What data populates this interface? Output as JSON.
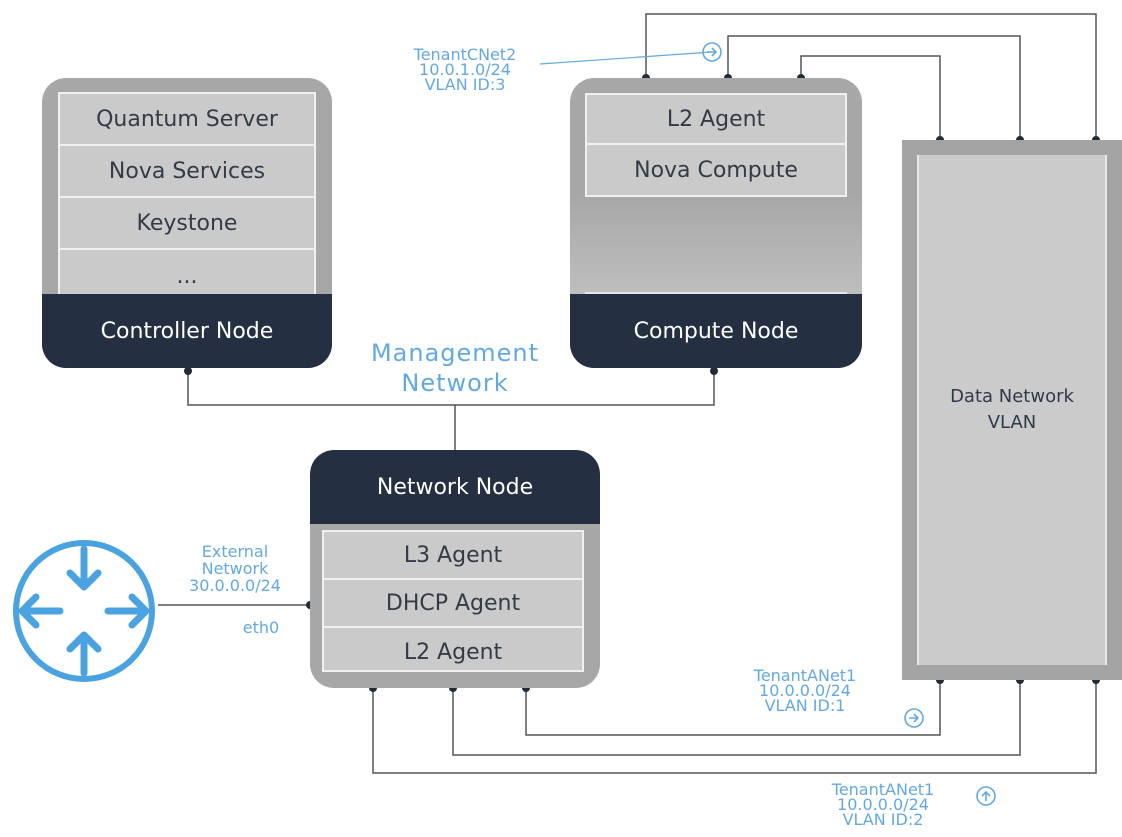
{
  "controller_node": {
    "title": "Controller Node",
    "services": [
      "Quantum Server",
      "Nova Services",
      "Keystone",
      "..."
    ]
  },
  "compute_node": {
    "title": "Compute Node",
    "services": [
      "L2 Agent",
      "Nova Compute"
    ]
  },
  "network_node": {
    "title": "Network Node",
    "services": [
      "L3 Agent",
      "DHCP Agent",
      "L2 Agent"
    ]
  },
  "data_network": {
    "line1": "Data Network",
    "line2": "VLAN"
  },
  "management_network": {
    "line1": "Management",
    "line2": "Network"
  },
  "external_network": {
    "line1": "External",
    "line2": "Network",
    "line3": "30.0.0.0/24",
    "interface": "eth0"
  },
  "tenant_c_net2": {
    "name": "TenantCNet2",
    "cidr": "10.0.1.0/24",
    "vlan": "VLAN ID:3"
  },
  "tenant_a_net1_a": {
    "name": "TenantANet1",
    "cidr": "10.0.0.0/24",
    "vlan": "VLAN ID:1"
  },
  "tenant_a_net1_b": {
    "name": "TenantANet1",
    "cidr": "10.0.0.0/24",
    "vlan": "VLAN ID:2"
  },
  "colors": {
    "node_frame": "#a7a7a8",
    "service_row": "#cacaca",
    "node_header": "#243042",
    "label_blue": "#63a9e0",
    "wire": "#555555",
    "router_blue": "#4aa3e0"
  },
  "icons": {
    "router": "router-icon",
    "tenant_marker": "arrow-circle-icon"
  }
}
